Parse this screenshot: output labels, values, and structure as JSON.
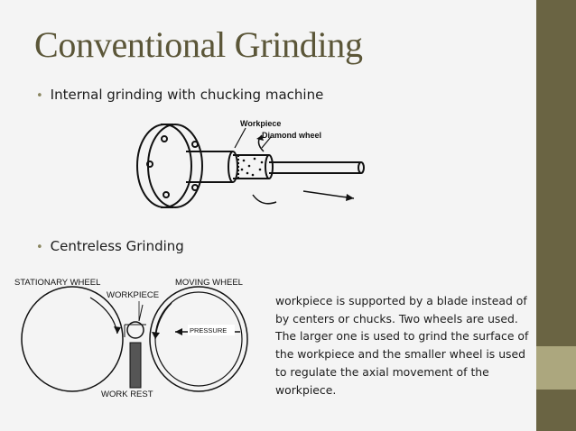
{
  "title": "Conventional Grinding",
  "bullets": [
    "Internal grinding with chucking machine",
    "Centreless Grinding"
  ],
  "figure1": {
    "labels": {
      "workpiece": "Workpiece",
      "wheel": "Diamond wheel"
    }
  },
  "figure2": {
    "labels": {
      "stationary": "STATIONARY WHEEL",
      "moving": "MOVING WHEEL",
      "workpiece": "WORKPIECE",
      "pressure": "PRESSURE",
      "workrest": "WORK REST"
    }
  },
  "description": "workpiece is supported by a blade instead of by centers or chucks. Two wheels are used. The larger one is used to grind the surface of the workpiece and the smaller wheel is used to regulate the axial movement of the workpiece.",
  "colors": {
    "sidebar": "#6a6443",
    "accent": "#aca77e",
    "title": "#5b5638"
  }
}
